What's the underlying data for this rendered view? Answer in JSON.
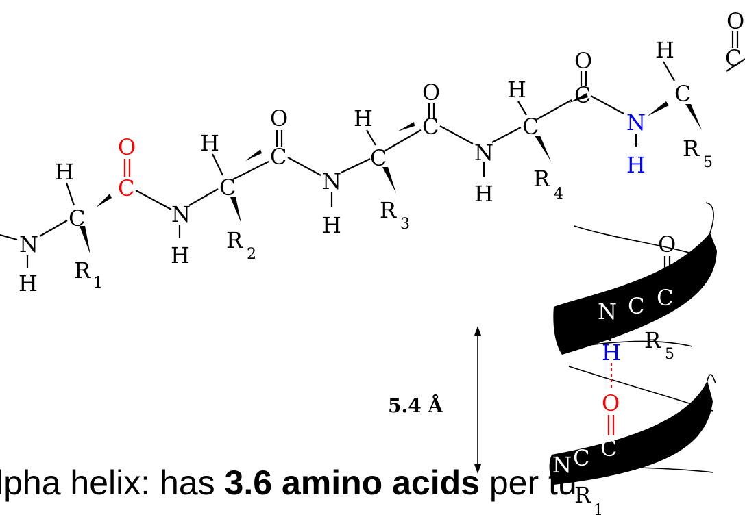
{
  "colors": {
    "oxygen_highlight": "#ff0000",
    "nitrogen_highlight": "#0000ff",
    "ink": "#000000",
    "ribbon": "#000000"
  },
  "atoms": {
    "H": "H",
    "C": "C",
    "N": "N",
    "O": "O",
    "R": "R"
  },
  "substituents": {
    "r1": "1",
    "r2": "2",
    "r3": "3",
    "r4": "4",
    "r5": "5"
  },
  "helix": {
    "pitch_label": "5.4 Å",
    "upper_atoms": {
      "n": "N",
      "c1": "C",
      "c2": "C",
      "o": "O",
      "h": "H",
      "r": "R",
      "r_sub": "5"
    },
    "lower_atoms": {
      "n": "N",
      "c1": "C",
      "c2": "C",
      "o": "O",
      "r": "R",
      "r_sub": "1"
    }
  },
  "caption": {
    "prefix": "lpha helix: has ",
    "bold": "3.6 amino acids",
    "suffix": " per tu"
  }
}
